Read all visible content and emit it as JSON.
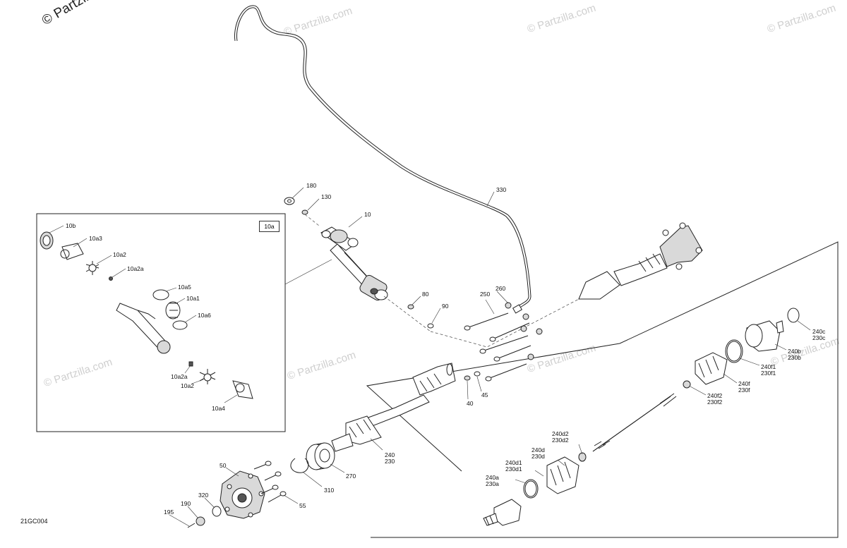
{
  "watermarks": {
    "corner": "© Partzilla.com",
    "repeat": "© Partzilla.com"
  },
  "figure_code": "21GC004",
  "inset": {
    "tag": "10a"
  },
  "labels": {
    "l180": "180",
    "l130": "130",
    "l330": "330",
    "l10": "10",
    "l80": "80",
    "l90": "90",
    "l250": "250",
    "l260": "260",
    "l40": "40",
    "l45": "45",
    "l240": "240",
    "l230": "230",
    "l270": "270",
    "l310": "310",
    "l50": "50",
    "l55": "55",
    "l320": "320",
    "l190": "190",
    "l195": "195",
    "l10b": "10b",
    "l10a3": "10a3",
    "l10a2_top": "10a2",
    "l10a2a_top": "10a2a",
    "l10a5": "10a5",
    "l10a1": "10a1",
    "l10a6": "10a6",
    "l10a2a_bot": "10a2a",
    "l10a2_bot": "10a2",
    "l10a4": "10a4",
    "l240c": "240c",
    "l230c": "230c",
    "l240b": "240b",
    "l230b": "230b",
    "l240f1": "240f1",
    "l230f1": "230f1",
    "l240f": "240f",
    "l230f": "230f",
    "l240f2": "240f2",
    "l230f2": "230f2",
    "l240d2": "240d2",
    "l230d2": "230d2",
    "l240d": "240d",
    "l230d": "230d",
    "l240d1": "240d1",
    "l230d1": "230d1",
    "l240a": "240a",
    "l230a": "230a"
  }
}
